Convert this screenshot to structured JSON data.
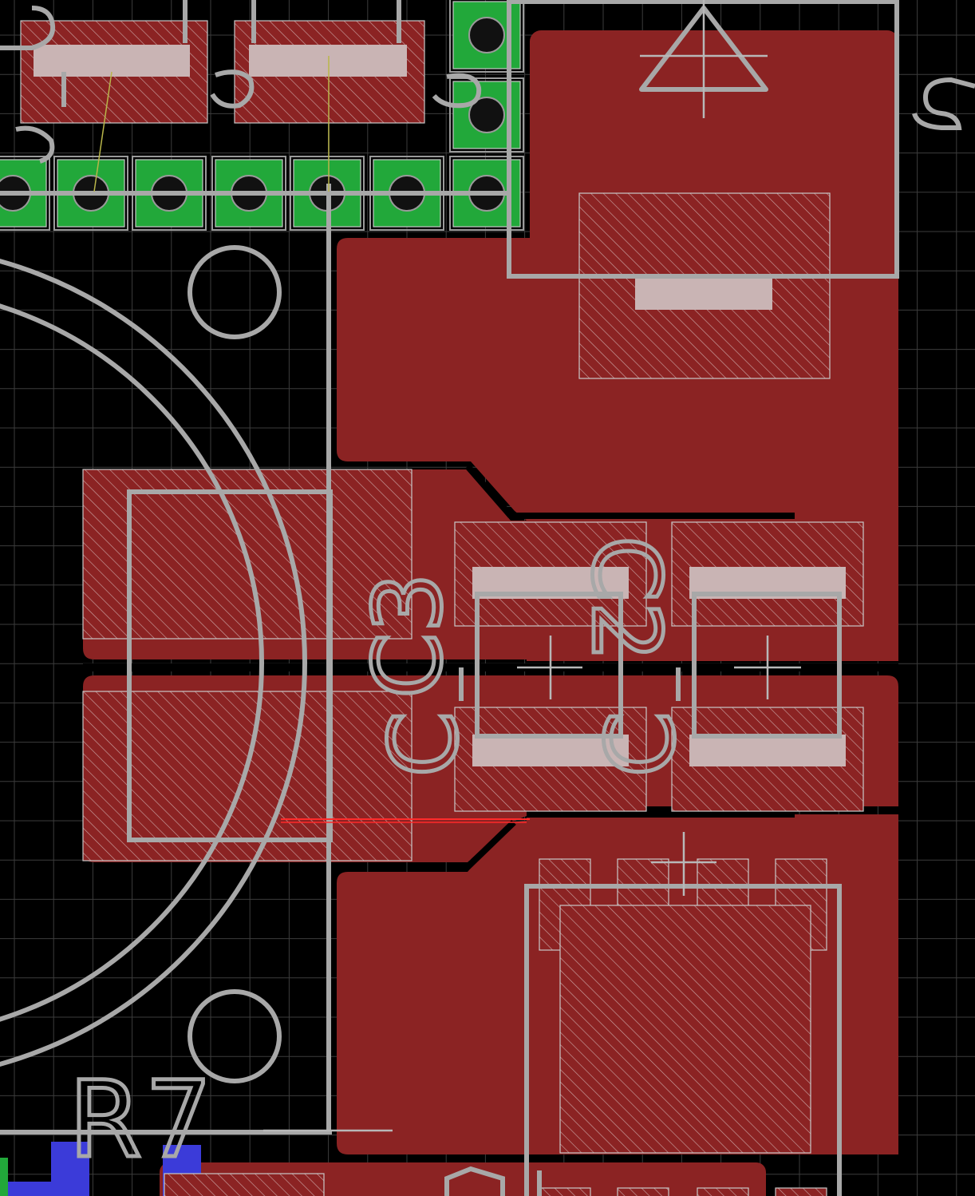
{
  "board": {
    "colors": {
      "background": "#000000",
      "grid": "#3c3c3c",
      "top_copper": "#8b2323",
      "silkscreen": "#a8a8a8",
      "pad_holes": "#22a83a",
      "bottom_copper": "#3b3bd9",
      "ratsnest": "#b9b64a",
      "highlight_trace": "#ff2b2b"
    }
  },
  "labels": {
    "c3": "C3",
    "c2": "C2",
    "c_lower_left": "C",
    "c_lower_right": "C",
    "r7": "R7"
  }
}
